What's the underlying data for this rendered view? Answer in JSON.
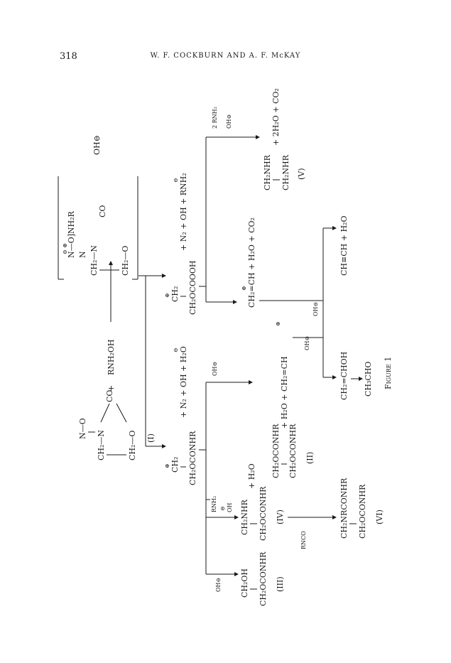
{
  "header": {
    "page_number": "318",
    "running_head": "W. F. COCKBURN AND A. F. McKAY"
  },
  "figure": {
    "caption": "Figure 1",
    "reactant_top": "N—O",
    "reactant_ring_left": "CH₂—N",
    "reactant_ring_co": "CO",
    "reactant_ring_bottom": "CH₂—O",
    "reactant_label": "(I)",
    "plus": "+",
    "reagent": "RNH₂OH",
    "intermediate_top": "⊖  ⊕",
    "intermediate_no": "N—O]NH₂R",
    "intermediate_n": "N",
    "intermediate_ring_left": "CH₂—N",
    "intermediate_ring_co": "CO",
    "intermediate_ring_bottom": "CH₂—O",
    "intermediate_counter": "OH⊖",
    "upper_carbocation_ch2": "CH₂",
    "upper_carbocation_plus": "⊕",
    "upper_chain": "CH₂OCOOOH",
    "upper_products": "+   N₂   +   OH   +   RNH₂",
    "upper_oh_minus": "⊖",
    "upper_branch_reagent1": "2 RNH₂",
    "upper_branch_reagent2": "OH⊖",
    "product_v_line1": "CH₂NHR",
    "product_v_line2": "CH₂NHR",
    "product_v_extra": "+   2H₂O   +   CO₂",
    "product_v_label": "(V)",
    "vinyl_upper": "CH₂=CH   +   H₂O   +   CO₂",
    "vinyl_upper_plus": "⊕",
    "oh_label_upper": "OH⊖",
    "lower_carbocation_ch2": "CH₂",
    "lower_carbocation_plus": "⊕",
    "lower_chain": "CH₂OCONHR",
    "lower_products": "+   N₂   +   OH   +   H₂O",
    "lower_oh_minus": "⊖",
    "lower_branch_reagent": "OH⊖",
    "product_ii_line1": "CH₂OCONHR",
    "product_ii_line2": "CH₂OCONHR",
    "product_ii_extra": "+   H₂O   +   CH₂=CH",
    "product_ii_plus": "⊕",
    "product_ii_label": "(II)",
    "oh_label_mid": "OH⊖",
    "enol_line1": "CH₂=CHOH",
    "enol_line2": "CH₃CHO",
    "acetylene": "CH≡CH   +   H₂O",
    "branch_iii_reagent": "OH⊖",
    "product_iii_line1": "CH₂OH",
    "product_iii_line2": "CH₂OCONHR",
    "product_iii_label": "(III)",
    "branch_iv_reagent1": "RNH₂",
    "branch_iv_reagent2": "⊖",
    "branch_iv_reagent3": "OH",
    "product_iv_line1": "CH₂NHR",
    "product_iv_line2": "CH₂OCONHR",
    "product_iv_extra": "+   H₂O",
    "product_iv_label": "(IV)",
    "branch_vi_reagent": "RNCO",
    "product_vi_line1": "CH₂NRCONHR",
    "product_vi_line2": "CH₂OCONHR",
    "product_vi_label": "(VI)"
  }
}
